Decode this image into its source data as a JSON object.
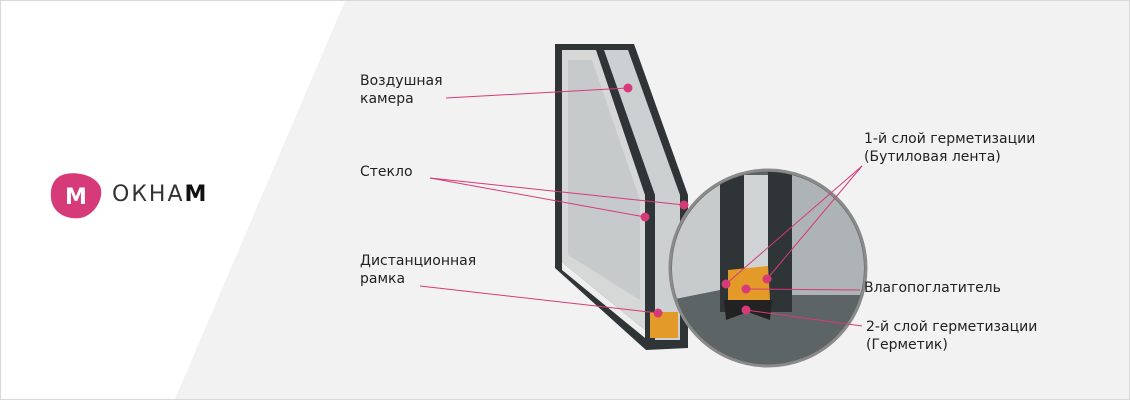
{
  "logo": {
    "mark_letter": "M",
    "text_light": "ОКНА",
    "text_bold": "М",
    "brand_color": "#d63a78"
  },
  "labels": {
    "air_chamber": "Воздушная\nкамера",
    "glass": "Стекло",
    "spacer": "Дистанционная\nрамка",
    "seal1": "1-й слой герметизации\n(Бутиловая лента)",
    "desiccant": "Влагопоглатитель",
    "seal2": "2-й слой герметизации\n(Герметик)"
  },
  "colors": {
    "accent": "#d63a78",
    "frame": "#2f3537",
    "glass": "#c9cccc",
    "desiccant": "#e39a28"
  }
}
